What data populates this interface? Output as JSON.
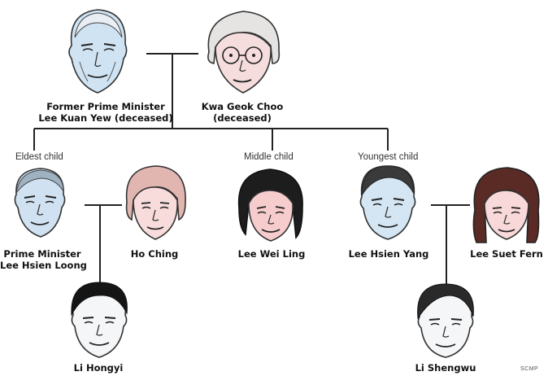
{
  "people": {
    "lky": {
      "line1": "Former Prime Minister",
      "line2": "Lee Kuan Yew (deceased)",
      "icon": "elderly-man-portrait"
    },
    "kgc": {
      "line1": "Kwa Geok Choo",
      "line2": "(deceased)",
      "icon": "elderly-woman-portrait"
    },
    "lhl": {
      "line1": "Prime Minister",
      "line2": "Lee Hsien Loong",
      "icon": "man-portrait"
    },
    "hc": {
      "line1": "Ho Ching",
      "icon": "woman-portrait"
    },
    "lwl": {
      "line1": "Lee Wei Ling",
      "icon": "woman-portrait"
    },
    "lhy": {
      "line1": "Lee Hsien Yang",
      "icon": "man-portrait"
    },
    "lsf": {
      "line1": "Lee Suet Fern",
      "icon": "woman-portrait"
    },
    "lhg": {
      "line1": "Li Hongyi",
      "icon": "young-man-portrait"
    },
    "lsw": {
      "line1": "Li Shengwu",
      "icon": "young-man-portrait"
    }
  },
  "roles": {
    "eldest": "Eldest child",
    "middle": "Middle child",
    "youngest": "Youngest child"
  },
  "credit": "SCMP",
  "colors": {
    "line": "#222222",
    "ink": "#1a1a1a"
  }
}
